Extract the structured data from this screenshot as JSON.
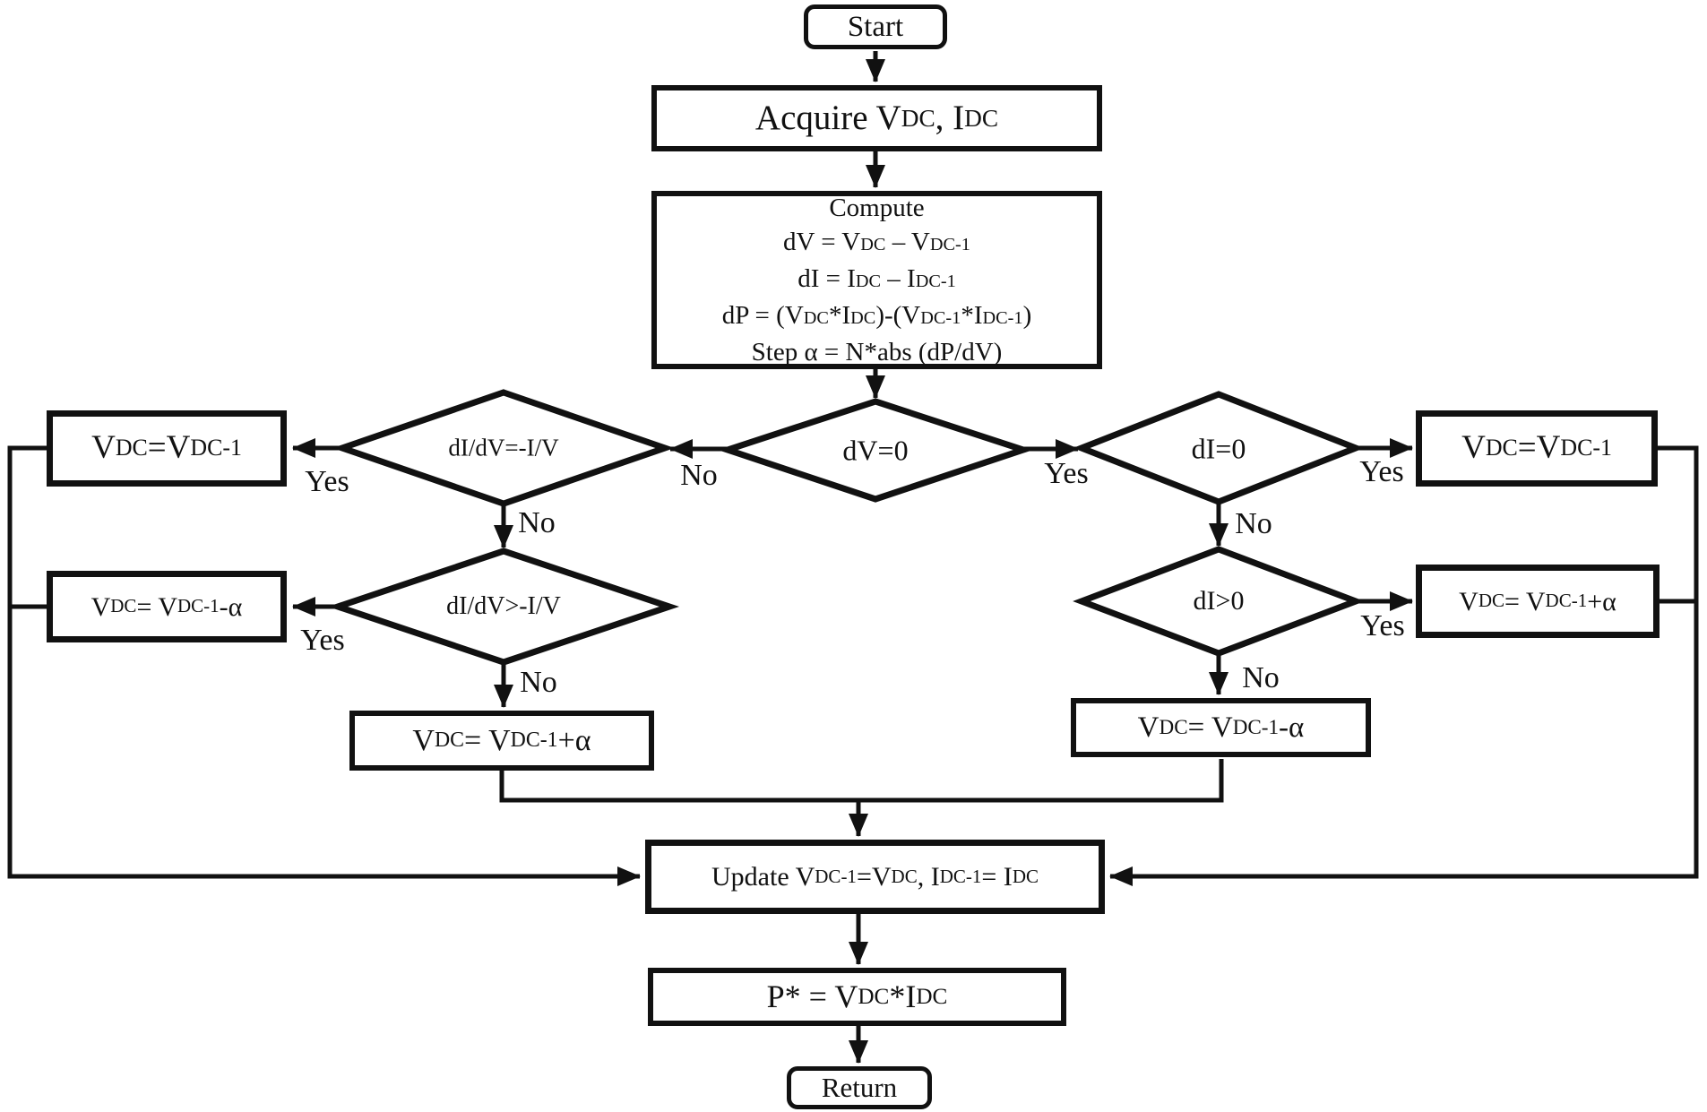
{
  "nodes": {
    "start": "Start",
    "acquire": "Acquire V~DC~, I~DC~",
    "compute": {
      "l1": "Compute",
      "l2": "dV = V~DC~ – V~DC-1~",
      "l3": "dI = I~DC~ – I~DC-1~",
      "l4": "dP = (V~DC~*I~DC~)-(V~DC-1~*I~DC-1~)",
      "l5": "Step α = N*abs (dP/dV)"
    },
    "dv_zero": "dV=0",
    "didv_eq": "dI/dV=-I/V",
    "di_zero": "dI=0",
    "didv_gt": "dI/dV>-I/V",
    "di_gt": "dI>0",
    "left_hold": "V~DC~ =V~DC-1~",
    "left_minus": "V~DC~ = V~DC-1~-α",
    "left_plus": "V~DC~ = V~DC-1~+α",
    "right_hold": "V~DC~ =V~DC-1~",
    "right_plus": "V~DC~ = V~DC-1~+α",
    "right_minus": "V~DC~ = V~DC-1~-α",
    "update": "Update V~DC-1~ =V~DC~, I~DC-1~ = I~DC~",
    "power": "P* = V~DC~*I~DC~",
    "return": "Return"
  },
  "edge_labels": {
    "dv_no": "No",
    "dv_yes": "Yes",
    "didv_eq_yes": "Yes",
    "didv_eq_no": "No",
    "di_zero_yes": "Yes",
    "di_zero_no": "No",
    "didv_gt_yes": "Yes",
    "didv_gt_no": "No",
    "di_gt_yes": "Yes",
    "di_gt_no": "No"
  },
  "colors": {
    "line": "#111111",
    "background": "#ffffff",
    "text": "#111111"
  }
}
